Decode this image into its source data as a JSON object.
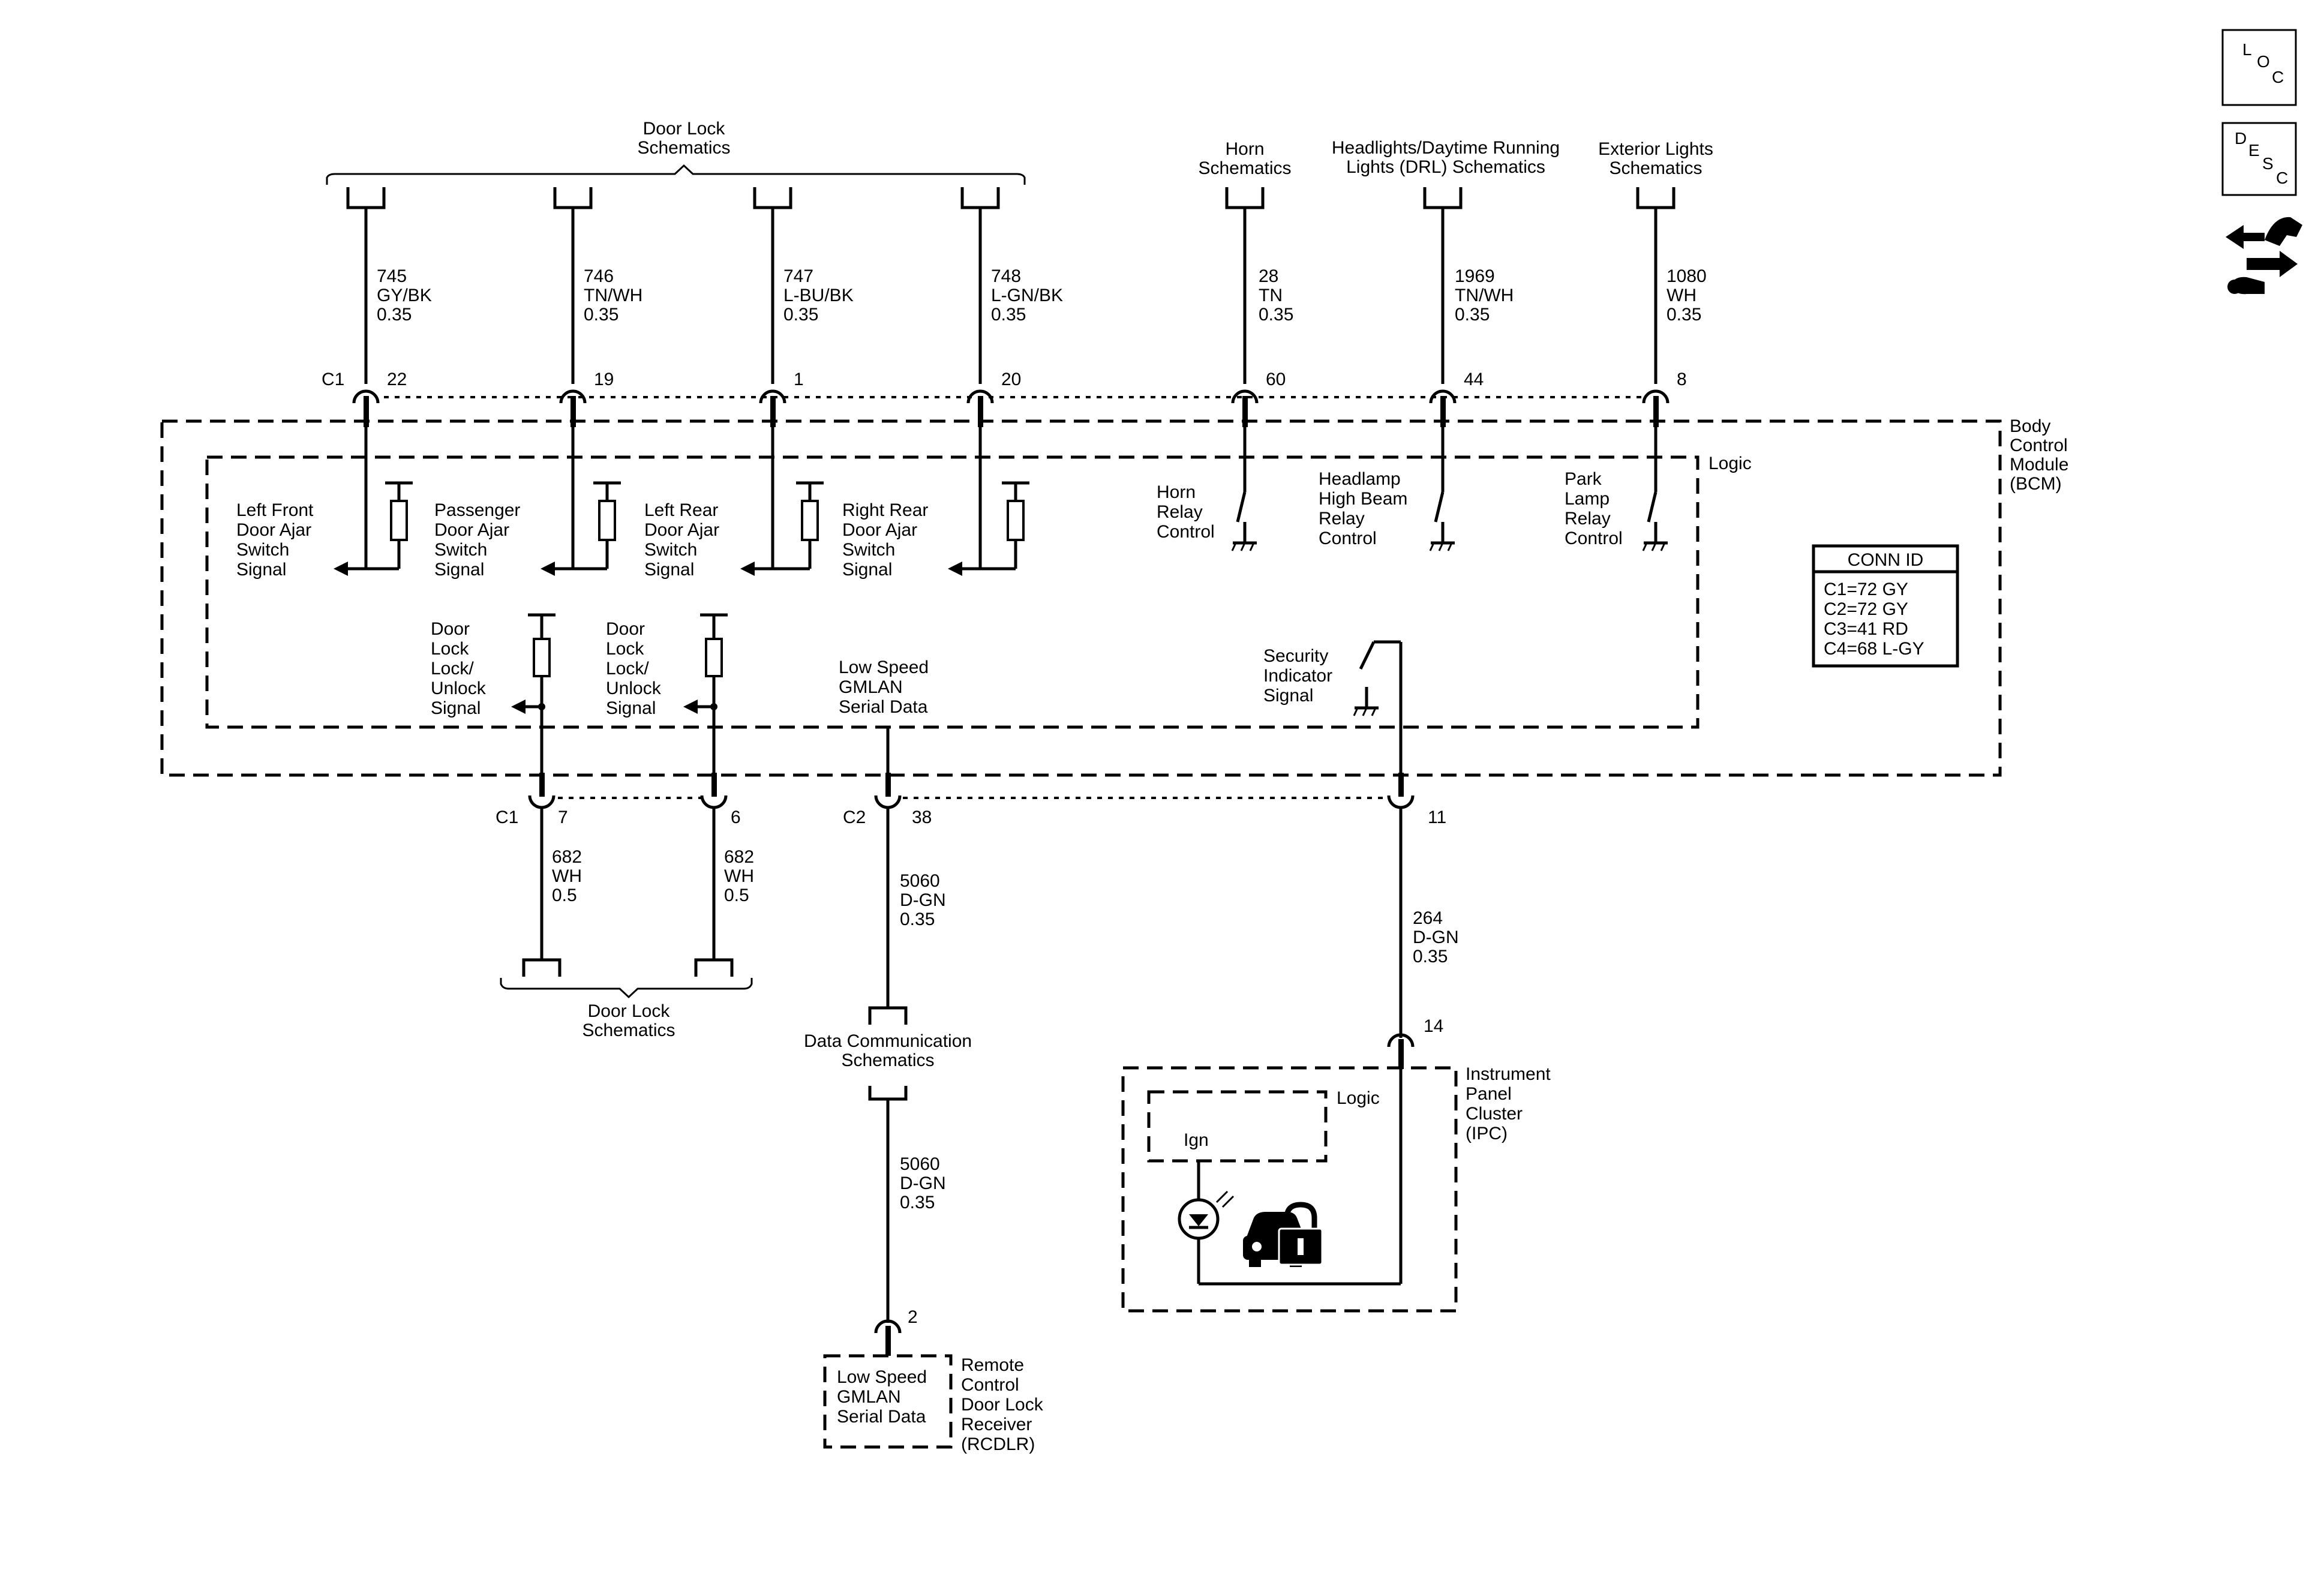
{
  "top_refs": {
    "door_lock_top": [
      "Door Lock",
      "Schematics"
    ],
    "horn": [
      "Horn",
      "Schematics"
    ],
    "headlights": [
      "Headlights/Daytime Running",
      "Lights (DRL) Schematics"
    ],
    "exterior": [
      "Exterior Lights",
      "Schematics"
    ]
  },
  "wires_top": [
    {
      "circuit": "745",
      "color": "GY/BK",
      "size": "0.35",
      "pin": "22"
    },
    {
      "circuit": "746",
      "color": "TN/WH",
      "size": "0.35",
      "pin": "19"
    },
    {
      "circuit": "747",
      "color": "L-BU/BK",
      "size": "0.35",
      "pin": "1"
    },
    {
      "circuit": "748",
      "color": "L-GN/BK",
      "size": "0.35",
      "pin": "20"
    },
    {
      "circuit": "28",
      "color": "TN",
      "size": "0.35",
      "pin": "60"
    },
    {
      "circuit": "1969",
      "color": "TN/WH",
      "size": "0.35",
      "pin": "44"
    },
    {
      "circuit": "1080",
      "color": "WH",
      "size": "0.35",
      "pin": "8"
    }
  ],
  "connector_c1_top": "C1",
  "bcm": {
    "name": [
      "Body",
      "Control",
      "Module",
      "(BCM)"
    ],
    "logic": "Logic",
    "ajar_signals": [
      [
        "Left Front",
        "Door Ajar",
        "Switch",
        "Signal"
      ],
      [
        "Passenger",
        "Door Ajar",
        "Switch",
        "Signal"
      ],
      [
        "Left Rear",
        "Door Ajar",
        "Switch",
        "Signal"
      ],
      [
        "Right Rear",
        "Door Ajar",
        "Switch",
        "Signal"
      ]
    ],
    "relay_controls": [
      [
        "Horn",
        "Relay",
        "Control"
      ],
      [
        "Headlamp",
        "High Beam",
        "Relay",
        "Control"
      ],
      [
        "Park",
        "Lamp",
        "Relay",
        "Control"
      ]
    ],
    "lock_signals": [
      [
        "Door",
        "Lock",
        "Lock/",
        "Unlock",
        "Signal"
      ],
      [
        "Door",
        "Lock",
        "Lock/",
        "Unlock",
        "Signal"
      ]
    ],
    "gmlan": [
      "Low Speed",
      "GMLAN",
      "Serial Data"
    ],
    "security": [
      "Security",
      "Indicator",
      "Signal"
    ]
  },
  "conn_id": {
    "title": "CONN ID",
    "rows": [
      "C1=72 GY",
      "C2=72 GY",
      "C3=41 RD",
      "C4=68 L-GY"
    ]
  },
  "bottom": {
    "c1_label": "C1",
    "c2_label": "C2",
    "pins": {
      "lock1": "7",
      "lock2": "6",
      "gmlan": "38",
      "security": "11"
    },
    "lock_wires": [
      {
        "circuit": "682",
        "color": "WH",
        "size": "0.5"
      },
      {
        "circuit": "682",
        "color": "WH",
        "size": "0.5"
      }
    ],
    "door_lock_bottom": [
      "Door Lock",
      "Schematics"
    ],
    "gmlan_wire_upper": {
      "circuit": "5060",
      "color": "D-GN",
      "size": "0.35"
    },
    "data_comm": [
      "Data Communication",
      "Schematics"
    ],
    "gmlan_wire_lower": {
      "circuit": "5060",
      "color": "D-GN",
      "size": "0.35"
    },
    "rcdlr_pin": "2",
    "rcdlr_inner": [
      "Low Speed",
      "GMLAN",
      "Serial Data"
    ],
    "rcdlr_name": [
      "Remote",
      "Control",
      "Door Lock",
      "Receiver",
      "(RCDLR)"
    ],
    "security_wire": {
      "circuit": "264",
      "color": "D-GN",
      "size": "0.35"
    },
    "ipc_pin": "14",
    "ipc_name": [
      "Instrument",
      "Panel",
      "Cluster",
      "(IPC)"
    ],
    "ipc_logic": "Logic",
    "ipc_ign": "Ign"
  },
  "side_icons": {
    "loc": [
      "L",
      "O",
      "C"
    ],
    "desc": [
      "D",
      "E",
      "S",
      "C"
    ]
  }
}
